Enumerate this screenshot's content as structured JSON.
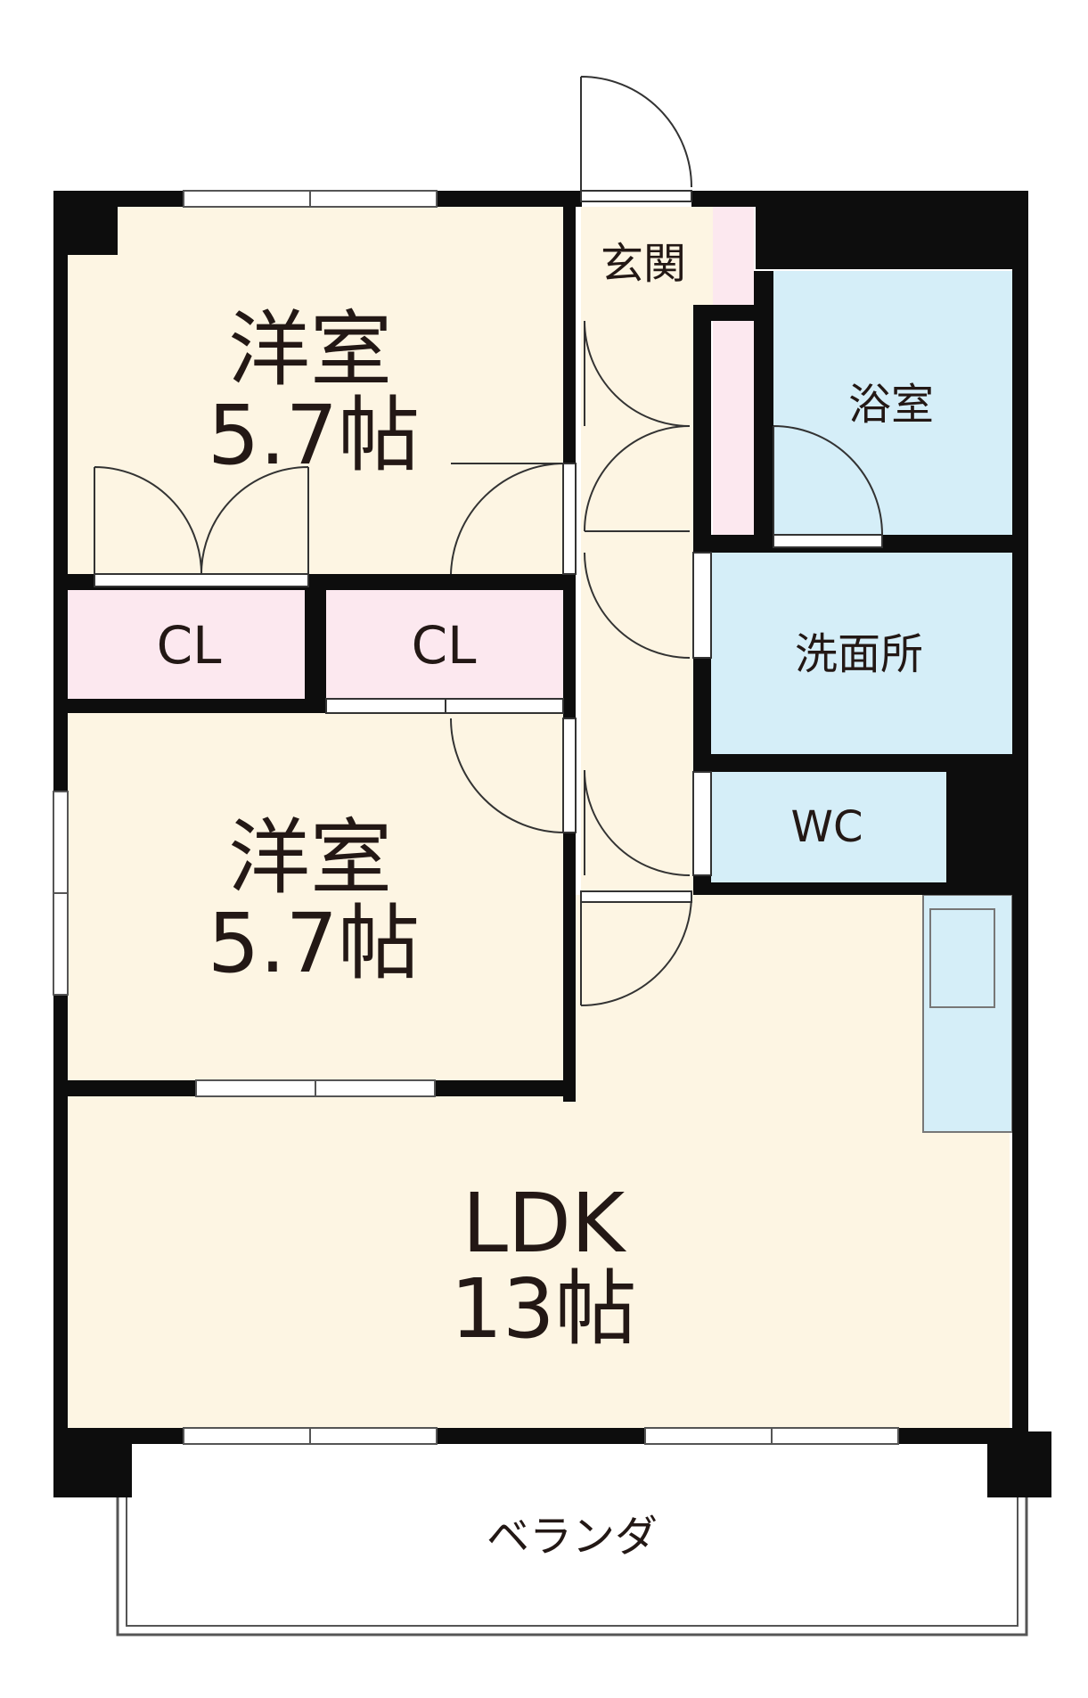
{
  "rooms": {
    "bedroom_top": {
      "name": "洋室",
      "size": "5.7帖"
    },
    "bedroom_bottom": {
      "name": "洋室",
      "size": "5.7帖"
    },
    "closet_left": {
      "name": "CL"
    },
    "closet_right": {
      "name": "CL"
    },
    "entrance": {
      "name": "玄関"
    },
    "bathroom": {
      "name": "浴室"
    },
    "washroom": {
      "name": "洗面所"
    },
    "toilet": {
      "name": "WC"
    },
    "ldk": {
      "name": "LDK",
      "size": "13帖"
    },
    "veranda": {
      "name": "ベランダ"
    }
  },
  "colors": {
    "floor": "#fdf5e3",
    "closet": "#fce8ef",
    "wet": "#d5eef8",
    "wall": "#0d0d0d",
    "line": "#333333",
    "text": "#231815"
  }
}
